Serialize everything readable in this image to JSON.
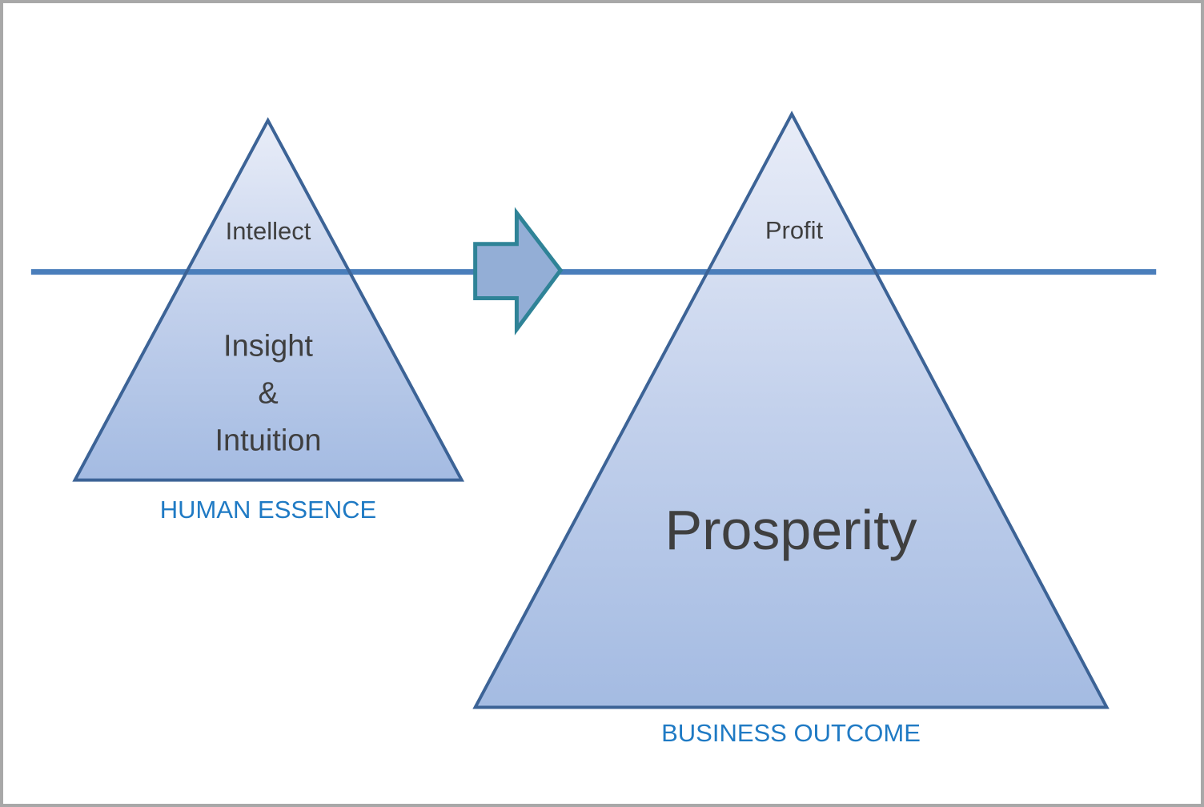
{
  "window": {
    "background": "#ffffff",
    "frame_border_color": "#a8a8a8"
  },
  "colors": {
    "pyramid_fill_top": "#e9edf8",
    "pyramid_fill_middle": "#c3d1ec",
    "pyramid_fill_bottom": "#a4bbe2",
    "pyramid_border": "#3c6396",
    "waterline": "#4a7ebb",
    "arrow_fill": "#93aed6",
    "arrow_border": "#2f8397",
    "dark_text": "#3f3f3f",
    "caption_text": "#1f7ac4"
  },
  "pyramids": {
    "left": {
      "tip_label": "Intellect",
      "body_lines": [
        "Insight",
        "&",
        "Intuition"
      ],
      "caption": "HUMAN ESSENCE"
    },
    "right": {
      "tip_label": "Profit",
      "body_label": "Prosperity",
      "caption": "BUSINESS OUTCOME"
    }
  }
}
